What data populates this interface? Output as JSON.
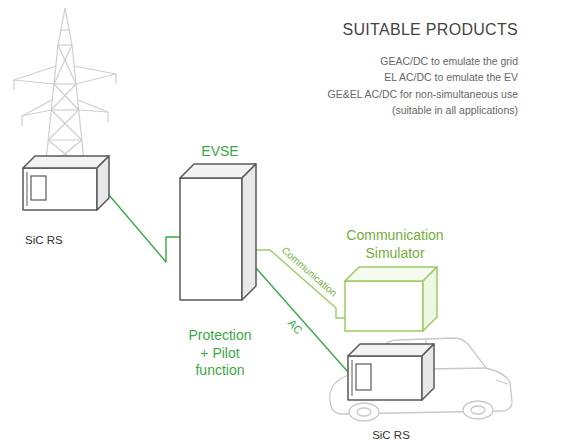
{
  "diagram": {
    "title": "SUITABLE PRODUCTS",
    "nodes": [
      {
        "text": [
          "SiC RS"
        ]
      },
      {
        "text": [
          "EVSE",
          "Protection + Pilot function"
        ]
      },
      {
        "text": [
          "Communication Simulator"
        ]
      },
      {
        "text": [
          "SiC RS"
        ]
      }
    ],
    "edges": [
      {
        "from": 0,
        "to": 1,
        "arrow": "none"
      },
      {
        "from": 1,
        "to": 3,
        "label": "AC",
        "arrow": "none"
      },
      {
        "from": 1,
        "to": 2,
        "label": "Communication",
        "arrow": "none"
      }
    ],
    "labels": [
      "GEAC/DC to emulate the grid",
      "EL AC/DC to emulate the EV",
      "GE&EL AC/DC for non-simultaneous use (suitable in all applications)"
    ]
  }
}
